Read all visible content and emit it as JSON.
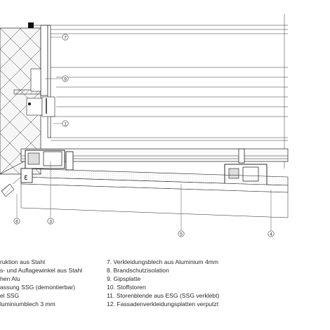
{
  "callouts": {
    "c7": "7",
    "c9": "9",
    "c1": "1",
    "c6": "6",
    "c3": "3",
    "c5": "5",
    "c4": "4"
  },
  "legend": {
    "left": [
      "ruktion aus Stahl",
      "s- und Auflagewinkel aus Stahl",
      "hen Alu",
      "assung SSG (demontierbar)",
      "el SSG",
      "luminiumblech 3 mm"
    ],
    "right": [
      "7. Verkleidungsblech aus Aluminium 4mm",
      "8. Brandschutzisolation",
      "9. Gipsplatte",
      "10. Stoffstoren",
      "11. Storenblende aus ESG (SSG verklebt)",
      "12. Fassadenverkleidungsplatten verputzt"
    ]
  }
}
